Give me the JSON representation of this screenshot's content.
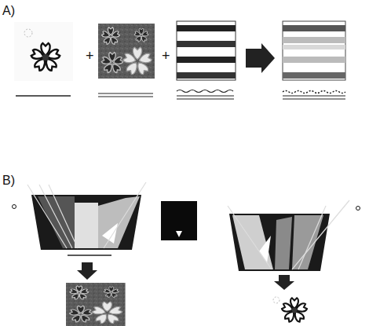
{
  "diagram": {
    "labels": [
      "A)",
      "+",
      "+",
      "B)"
    ]
  }
}
